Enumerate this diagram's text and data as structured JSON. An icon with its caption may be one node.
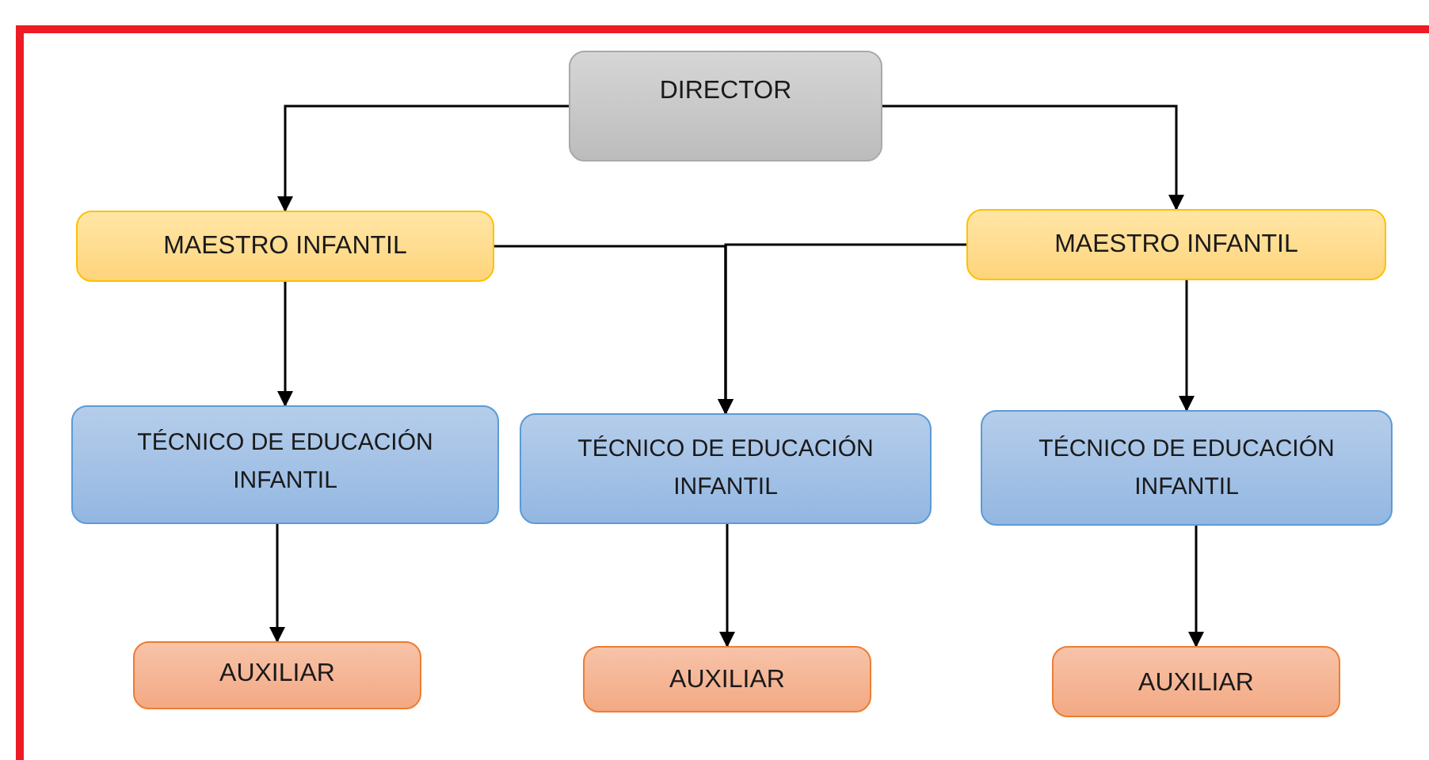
{
  "diagram": {
    "nodes": [
      {
        "text": [
          "DIRECTOR"
        ]
      },
      {
        "text": [
          "MAESTRO INFANTIL"
        ]
      },
      {
        "text": [
          "MAESTRO INFANTIL"
        ]
      },
      {
        "text": [
          "TÉCNICO DE EDUCACIÓN INFANTIL"
        ]
      },
      {
        "text": [
          "TÉCNICO DE EDUCACIÓN INFANTIL"
        ]
      },
      {
        "text": [
          "TÉCNICO DE EDUCACIÓN INFANTIL"
        ]
      },
      {
        "text": [
          "AUXILIAR"
        ]
      },
      {
        "text": [
          "AUXILIAR"
        ]
      },
      {
        "text": [
          "AUXILIAR"
        ]
      }
    ],
    "edges": [
      {
        "from": 0,
        "to": 1,
        "arrow": "to"
      },
      {
        "from": 0,
        "to": 2,
        "arrow": "to"
      },
      {
        "from": 1,
        "to": 3,
        "arrow": "to"
      },
      {
        "from": 1,
        "to": 4,
        "arrow": "to"
      },
      {
        "from": 2,
        "to": 4,
        "arrow": "to"
      },
      {
        "from": 2,
        "to": 5,
        "arrow": "to"
      },
      {
        "from": 3,
        "to": 6,
        "arrow": "to"
      },
      {
        "from": 4,
        "to": 7,
        "arrow": "to"
      },
      {
        "from": 5,
        "to": 8,
        "arrow": "to"
      }
    ]
  }
}
